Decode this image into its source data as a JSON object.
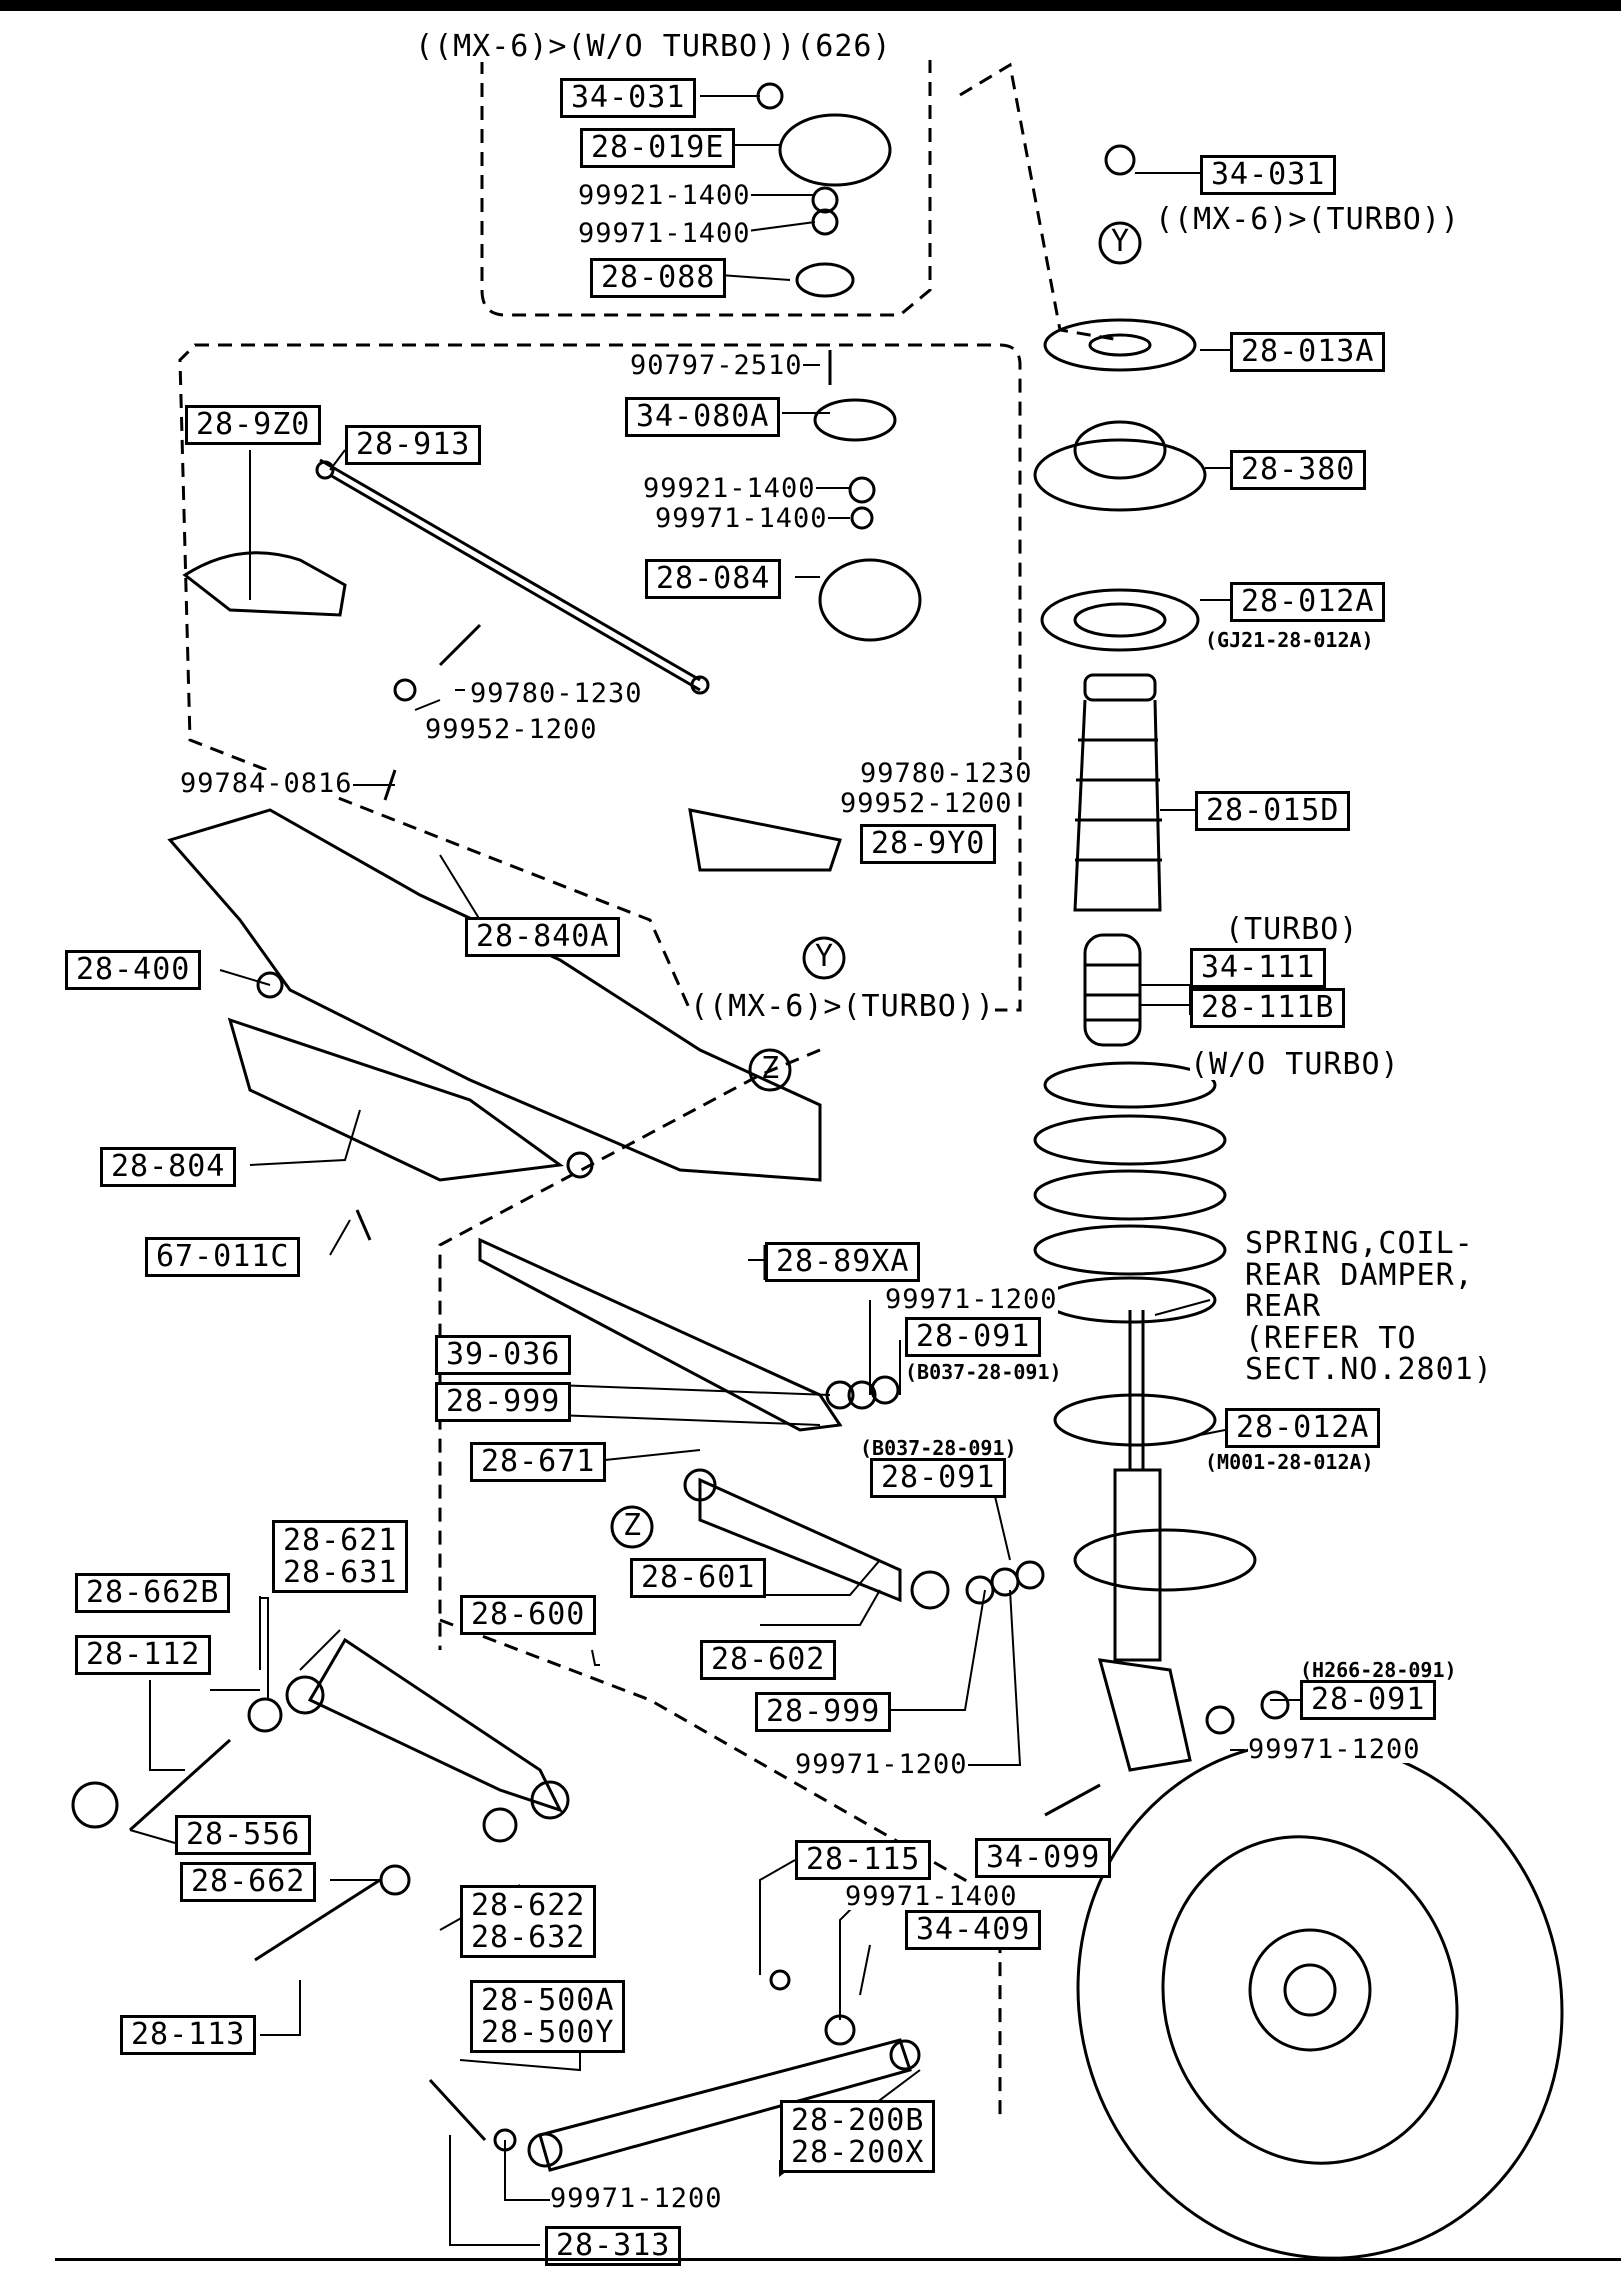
{
  "conditions": {
    "mx6_wo_turbo_626": "((MX-6)>(W/O TURBO))(626)",
    "mx6_turbo_upper": "((MX-6)>(TURBO))",
    "mx6_turbo_lower": "((MX-6)>(TURBO))",
    "turbo": "(TURBO)",
    "wo_turbo": "(W/O TURBO)"
  },
  "markers": {
    "y1": "Y",
    "y2": "Y",
    "z1": "Z",
    "z2": "Z"
  },
  "boxed_parts": {
    "p34_031_a": "34-031",
    "p28_019E": "28-019E",
    "p28_088": "28-088",
    "p34_031_b": "34-031",
    "p28_013A": "28-013A",
    "p28_9Z0": "28-9Z0",
    "p28_913": "28-913",
    "p34_080A": "34-080A",
    "p28_380": "28-380",
    "p28_084": "28-084",
    "p28_012A_a": "28-012A",
    "p28_015D": "28-015D",
    "p28_9Y0": "28-9Y0",
    "p28_840A": "28-840A",
    "p28_400": "28-400",
    "p34_111": "34-111",
    "p28_111B": "28-111B",
    "p28_804": "28-804",
    "p67_011C": "67-011C",
    "p28_89XA": "28-89XA",
    "p28_091_a": "28-091",
    "p39_036": "39-036",
    "p28_999_a": "28-999",
    "p28_671": "28-671",
    "p28_012A_b": "28-012A",
    "p28_091_b": "28-091",
    "p28_621_631": [
      "28-621",
      "28-631"
    ],
    "p28_662B": "28-662B",
    "p28_601": "28-601",
    "p28_600": "28-600",
    "p28_112": "28-112",
    "p28_602": "28-602",
    "p28_091_c": "28-091",
    "p28_999_b": "28-999",
    "p28_556": "28-556",
    "p28_662": "28-662",
    "p28_115": "28-115",
    "p34_099": "34-099",
    "p28_622_632": [
      "28-622",
      "28-632"
    ],
    "p34_409": "34-409",
    "p28_113": "28-113",
    "p28_500": [
      "28-500A",
      "28-500Y"
    ],
    "p28_200": [
      "28-200B",
      "28-200X"
    ],
    "p28_313": "28-313"
  },
  "plain_parts": {
    "n99921_1400_a": "99921-1400",
    "n99971_1400_a": "99971-1400",
    "n90797_2510": "90797-2510",
    "n99921_1400_b": "99921-1400",
    "n99971_1400_b": "99971-1400",
    "n99780_1230_a": "99780-1230",
    "n99952_1200_a": "99952-1200",
    "n99784_0816": "99784-0816",
    "n99780_1230_b": "99780-1230",
    "n99952_1200_b": "99952-1200",
    "n99971_1200_a": "99971-1200",
    "n99971_1200_b": "99971-1200",
    "n99971_1200_c": "99971-1200",
    "n99971_1400_c": "99971-1400",
    "n99971_1200_d": "99971-1200"
  },
  "small_refs": {
    "gj21": "(GJ21-28-012A)",
    "b037_a": "(B037-28-091)",
    "b037_b": "(B037-28-091)",
    "m001": "(M001-28-012A)",
    "h266": "(H266-28-091)"
  },
  "note": [
    "SPRING,COIL-",
    "REAR DAMPER,",
    "REAR",
    "(REFER TO",
    "SECT.NO.2801)"
  ]
}
